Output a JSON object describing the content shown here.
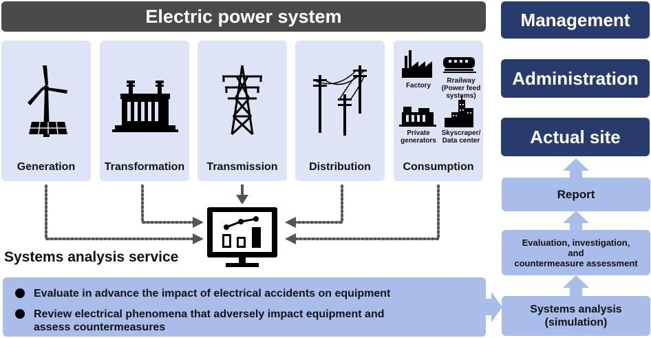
{
  "header": {
    "title": "Electric power system"
  },
  "stages": [
    {
      "label": "Generation"
    },
    {
      "label": "Transformation"
    },
    {
      "label": "Transmission"
    },
    {
      "label": "Distribution"
    },
    {
      "label": "Consumption"
    }
  ],
  "consumption_items": {
    "factory": "Factory",
    "railway": "Rrailway\n(Power feed\nsystems)",
    "generators": "Private\ngenerators",
    "skyscraper": "Skyscraper/\nData center"
  },
  "service": {
    "title": "Systems analysis service",
    "bullets": [
      "Evaluate in advance the impact of electrical accidents on equipment",
      "Review electrical phenomena that adversely impact equipment and\n assess countermeasures"
    ]
  },
  "right_column": {
    "management": "Management",
    "administration": "Administration",
    "actual_site": "Actual site",
    "report": "Report",
    "evaluation": "Evaluation, investigation,\nand\ncountermeasure assessment",
    "systems_analysis": "Systems analysis\n(simulation)"
  },
  "colors": {
    "header_bg": "#4a4a4a",
    "stage_bg": "#dde4f6",
    "dark_box": "#273c6d",
    "light_box": "#a9bdea",
    "arrow": "#a9bdea"
  }
}
